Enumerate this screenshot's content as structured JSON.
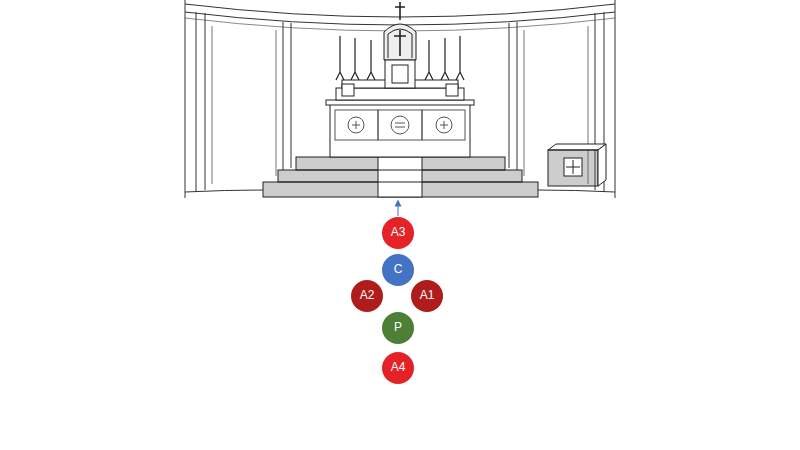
{
  "diagram": {
    "nodes": [
      {
        "text": [
          "A3"
        ]
      },
      {
        "text": [
          "C"
        ]
      },
      {
        "text": [
          "A2"
        ]
      },
      {
        "text": [
          "A1"
        ]
      },
      {
        "text": [
          "P"
        ]
      },
      {
        "text": [
          "A4"
        ]
      }
    ]
  }
}
